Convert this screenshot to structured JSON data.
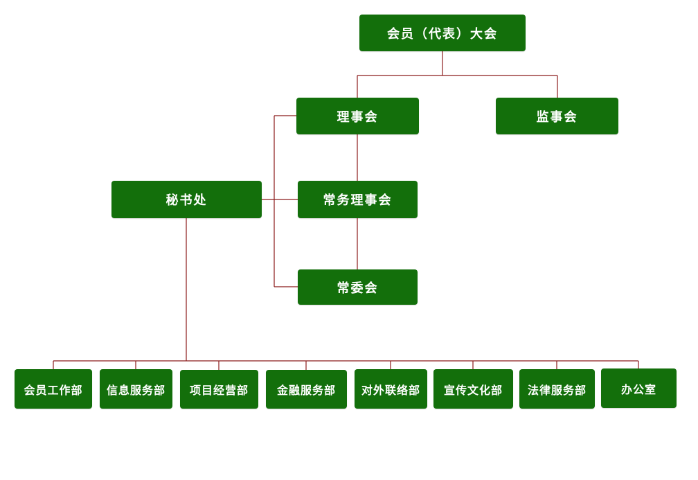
{
  "org_chart": {
    "nodes": {
      "assembly": "会员（代表）大会",
      "council": "理事会",
      "supervisory_board": "监事会",
      "secretariat": "秘书处",
      "standing_council": "常务理事会",
      "standing_committee": "常委会"
    },
    "departments": [
      "会员工作部",
      "信息服务部",
      "项目经营部",
      "金融服务部",
      "对外联络部",
      "宣传文化部",
      "法律服务部",
      "办公室"
    ]
  },
  "colors": {
    "node_fill": "#136f0b",
    "node_text": "#ffffff",
    "connector": "#8b1a1a",
    "background": "#ffffff"
  }
}
